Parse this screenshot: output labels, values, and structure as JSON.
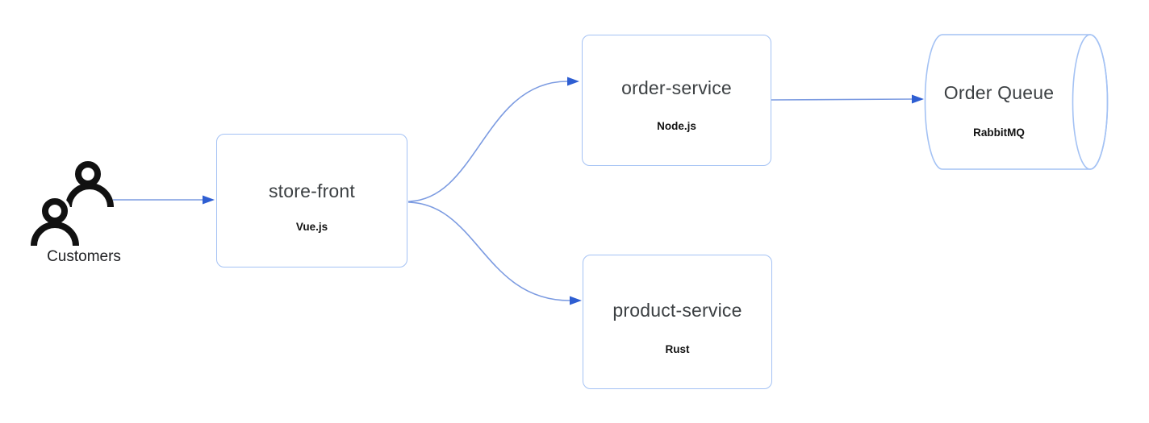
{
  "nodes": {
    "customers": {
      "label": "Customers",
      "icon": "users-icon",
      "type": "actor"
    },
    "store_front": {
      "title": "store-front",
      "subtitle": "Vue.js",
      "shape": "rounded-rect"
    },
    "order_service": {
      "title": "order-service",
      "subtitle": "Node.js",
      "shape": "rounded-rect"
    },
    "product_service": {
      "title": "product-service",
      "subtitle": "Rust",
      "shape": "rounded-rect"
    },
    "order_queue": {
      "title": "Order Queue",
      "subtitle": "RabbitMQ",
      "shape": "cylinder"
    }
  },
  "edges": [
    {
      "from": "Customers",
      "to": "store-front"
    },
    {
      "from": "store-front",
      "to": "order-service"
    },
    {
      "from": "store-front",
      "to": "product-service"
    },
    {
      "from": "order-service",
      "to": "Order Queue"
    }
  ],
  "colors": {
    "node_border": "#a4c2f4",
    "edge_line": "#7c9be1",
    "edge_arrowhead": "#2e5ed2",
    "title_text": "#3c4043",
    "subtitle_text": "#121212",
    "icon": "#111111",
    "background": "#ffffff"
  }
}
